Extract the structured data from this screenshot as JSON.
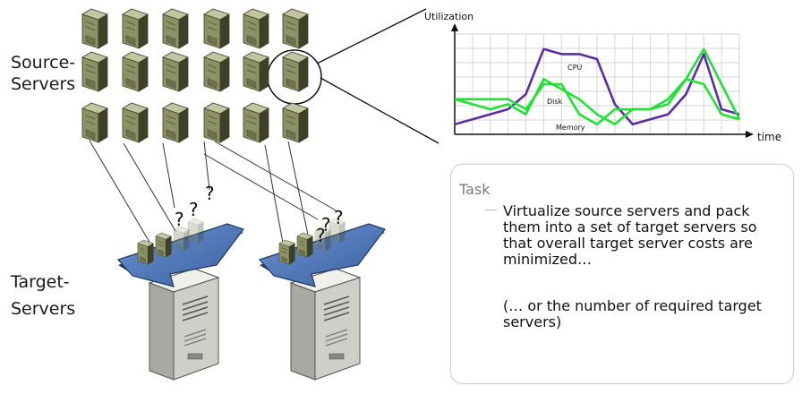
{
  "labels": {
    "source_line1": "Source-",
    "source_line2": "Servers",
    "target_line1": "Target-",
    "target_line2": "Servers",
    "question_mark": "?"
  },
  "task": {
    "title": "Task",
    "body": "Virtualize source servers and pack them into a set of target servers so that overall target server costs are minimized…",
    "note": "(… or the number of required target servers)"
  },
  "chart_data": {
    "type": "line",
    "xlabel": "time",
    "ylabel": "Utilization",
    "grid": true,
    "x": [
      0,
      1,
      2,
      3,
      4,
      5,
      6,
      7,
      8,
      9,
      10,
      11,
      12,
      13,
      14,
      15,
      16
    ],
    "series": [
      {
        "name": "CPU",
        "values": [
          0.1,
          0.15,
          0.2,
          0.25,
          0.4,
          0.85,
          0.8,
          0.8,
          0.75,
          0.3,
          0.1,
          0.15,
          0.2,
          0.4,
          0.8,
          0.25,
          0.2
        ]
      },
      {
        "name": "Disk",
        "values": [
          0.35,
          0.3,
          0.25,
          0.3,
          0.2,
          0.55,
          0.45,
          0.35,
          0.2,
          0.1,
          0.25,
          0.25,
          0.3,
          0.55,
          0.85,
          0.5,
          0.15
        ]
      },
      {
        "name": "Memory",
        "values": [
          0.35,
          0.35,
          0.35,
          0.35,
          0.25,
          0.5,
          0.5,
          0.2,
          0.1,
          0.25,
          0.25,
          0.25,
          0.35,
          0.55,
          0.5,
          0.2,
          0.15
        ]
      }
    ],
    "colors": {
      "CPU": "#5b2ea6",
      "Disk": "#22e036",
      "Memory": "#22e036"
    }
  },
  "colors": {
    "server_body": "#8c9166",
    "server_light": "#c1c5a0",
    "server_dark": "#3e4128",
    "tray": "#4a74b8",
    "tray_edge": "#20395f",
    "tower": "#dcdcd8",
    "line_cpu": "#5b2ea6",
    "line_green": "#22e036"
  }
}
